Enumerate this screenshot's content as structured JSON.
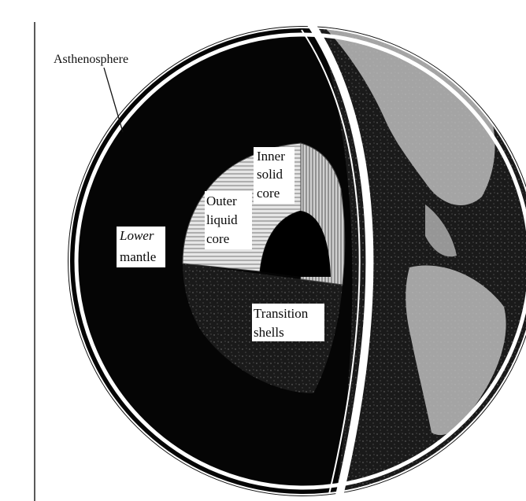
{
  "labels": {
    "asthenosphere": "Asthenosphere",
    "inner_core_line1": "Inner",
    "inner_core_line2": "solid",
    "inner_core_line3": "core",
    "outer_core_line1": "Outer",
    "outer_core_line2": "liquid",
    "outer_core_line3": "core",
    "lower_mantle_line1": "Lower",
    "lower_mantle_line2": "mantle",
    "transition_line1": "Transition",
    "transition_line2": "shells"
  },
  "colors": {
    "background": "#ffffff",
    "mantle": "#050505",
    "land": "#bdbdbd",
    "ocean": "#141414",
    "core_light": "#d9d9d9",
    "label_box": "#ffffff"
  }
}
